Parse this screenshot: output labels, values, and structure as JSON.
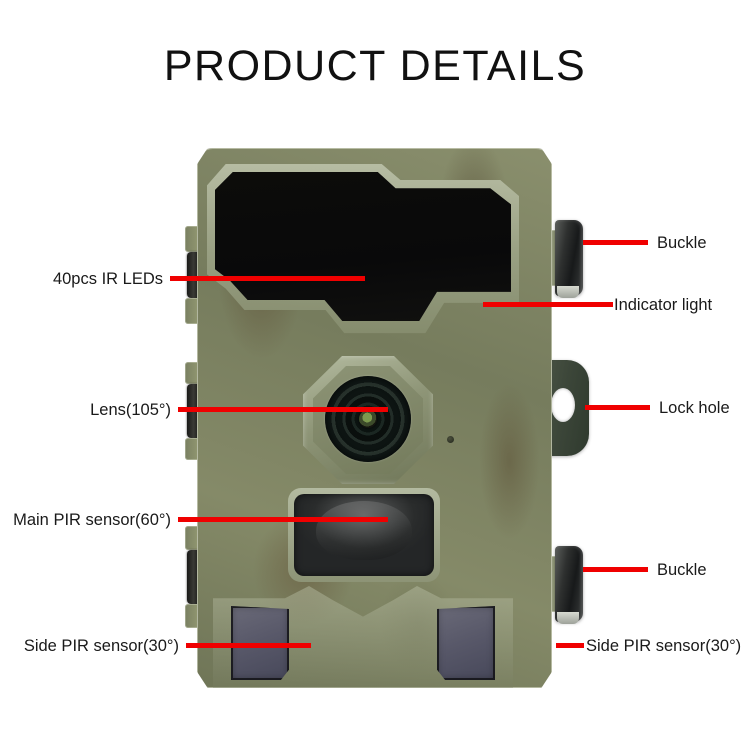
{
  "page": {
    "title": "PRODUCT DETAILS",
    "background_color": "#ffffff",
    "accent_color": "#f00000",
    "text_color": "#1a1a1a"
  },
  "product": {
    "name": "camouflage-trail-camera",
    "camo_color": "#7d8365",
    "ir_panel_color": "#0c0c0a",
    "pir_window_color": "#44474a",
    "side_pir_color": "#585869",
    "buckle_color": "#2e302f",
    "lock_tab_color": "#3c4639"
  },
  "callouts": [
    {
      "id": "ir-leds",
      "label": "40pcs IR LEDs",
      "side": "left"
    },
    {
      "id": "lens",
      "label": "Lens(105°)",
      "side": "left"
    },
    {
      "id": "main-pir",
      "label": "Main PIR sensor(60°)",
      "side": "left"
    },
    {
      "id": "side-pir-left",
      "label": "Side PIR sensor(30°)",
      "side": "left"
    },
    {
      "id": "buckle-top",
      "label": "Buckle",
      "side": "right"
    },
    {
      "id": "indicator",
      "label": "Indicator light",
      "side": "right"
    },
    {
      "id": "lock-hole",
      "label": "Lock hole",
      "side": "right"
    },
    {
      "id": "buckle-bottom",
      "label": "Buckle",
      "side": "right"
    },
    {
      "id": "side-pir-right",
      "label": "Side PIR sensor(30°)",
      "side": "right"
    }
  ]
}
